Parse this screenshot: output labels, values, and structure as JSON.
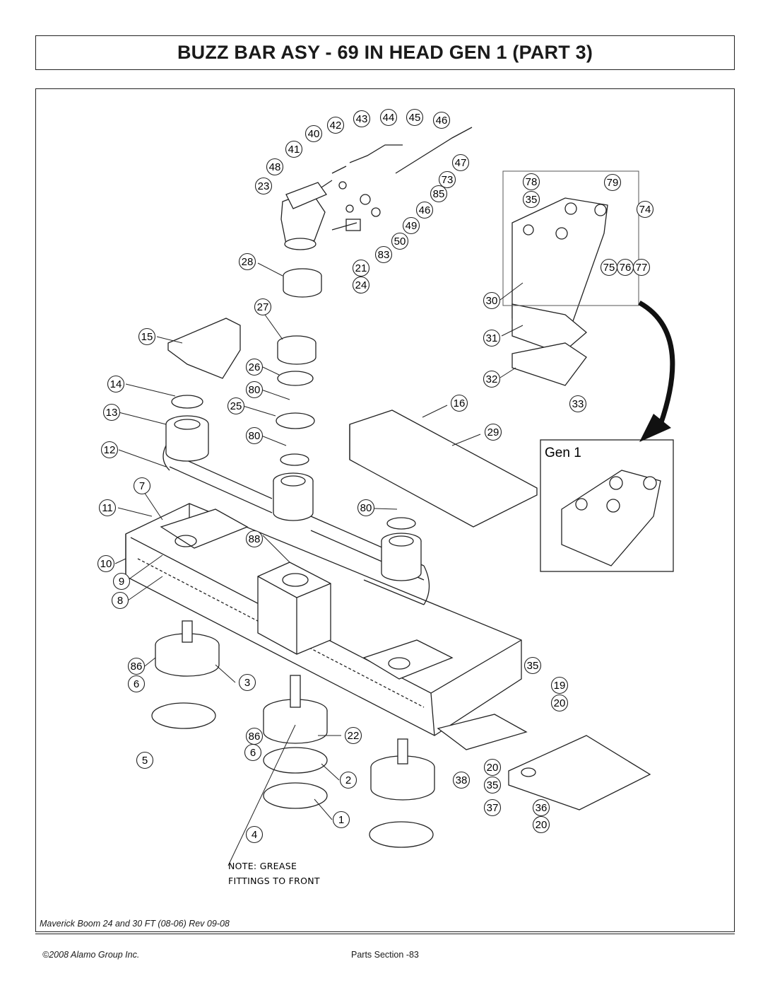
{
  "title": "BUZZ BAR ASY - 69 IN HEAD GEN 1 (PART 3)",
  "inset_label": "Gen 1",
  "note_lines": [
    "NOTE: GREASE",
    "FITTINGS TO FRONT"
  ],
  "footer": {
    "manual": "Maverick Boom 24 and 30 FT (08-06) Rev 09-08",
    "copyright": "©2008 Alamo Group Inc.",
    "section": "Parts Section -83"
  },
  "callouts": [
    "40",
    "41",
    "42",
    "43",
    "44",
    "45",
    "46",
    "47",
    "48",
    "23",
    "73",
    "85",
    "46",
    "49",
    "50",
    "83",
    "28",
    "21",
    "24",
    "27",
    "15",
    "26",
    "14",
    "80",
    "25",
    "13",
    "80",
    "12",
    "7",
    "11",
    "80",
    "88",
    "10",
    "9",
    "8",
    "86",
    "6",
    "3",
    "5",
    "86",
    "6",
    "22",
    "2",
    "1",
    "4",
    "78",
    "79",
    "35",
    "74",
    "75",
    "76",
    "77",
    "30",
    "31",
    "32",
    "33",
    "16",
    "29",
    "35",
    "19",
    "20",
    "20",
    "38",
    "35",
    "37",
    "36",
    "20"
  ]
}
